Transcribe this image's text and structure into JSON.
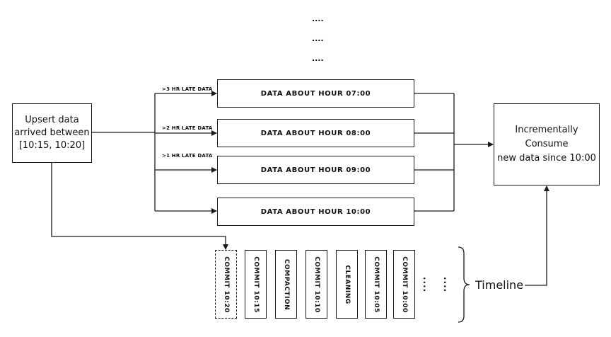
{
  "source": {
    "line1": "Upsert data",
    "line2": "arrived between",
    "line3": "[10:15, 10:20]"
  },
  "consumer": {
    "line1": "Incrementally Consume",
    "line2": "new data since 10:00"
  },
  "more_indicator": [
    "....",
    "....",
    "...."
  ],
  "partitions": [
    {
      "label": "DATA ABOUT HOUR 07:00",
      "lateness": ">3 HR LATE DATA"
    },
    {
      "label": "DATA ABOUT HOUR 08:00",
      "lateness": ">2 HR LATE DATA"
    },
    {
      "label": "DATA ABOUT HOUR 09:00",
      "lateness": ">1 HR LATE DATA"
    },
    {
      "label": "DATA ABOUT HOUR 10:00",
      "lateness": ""
    }
  ],
  "timeline": {
    "label": "Timeline",
    "instants": [
      {
        "label": "COMMIT 10:20",
        "state": "pending"
      },
      {
        "label": "COMMIT 10:15",
        "state": "completed"
      },
      {
        "label": "COMPACTION",
        "state": "completed"
      },
      {
        "label": "COMMIT 10:10",
        "state": "completed"
      },
      {
        "label": "CLEANING",
        "state": "completed"
      },
      {
        "label": "COMMIT 10:05",
        "state": "completed"
      },
      {
        "label": "COMMIT 10:00",
        "state": "completed"
      }
    ],
    "ellipsis": [
      "....",
      "...."
    ]
  }
}
